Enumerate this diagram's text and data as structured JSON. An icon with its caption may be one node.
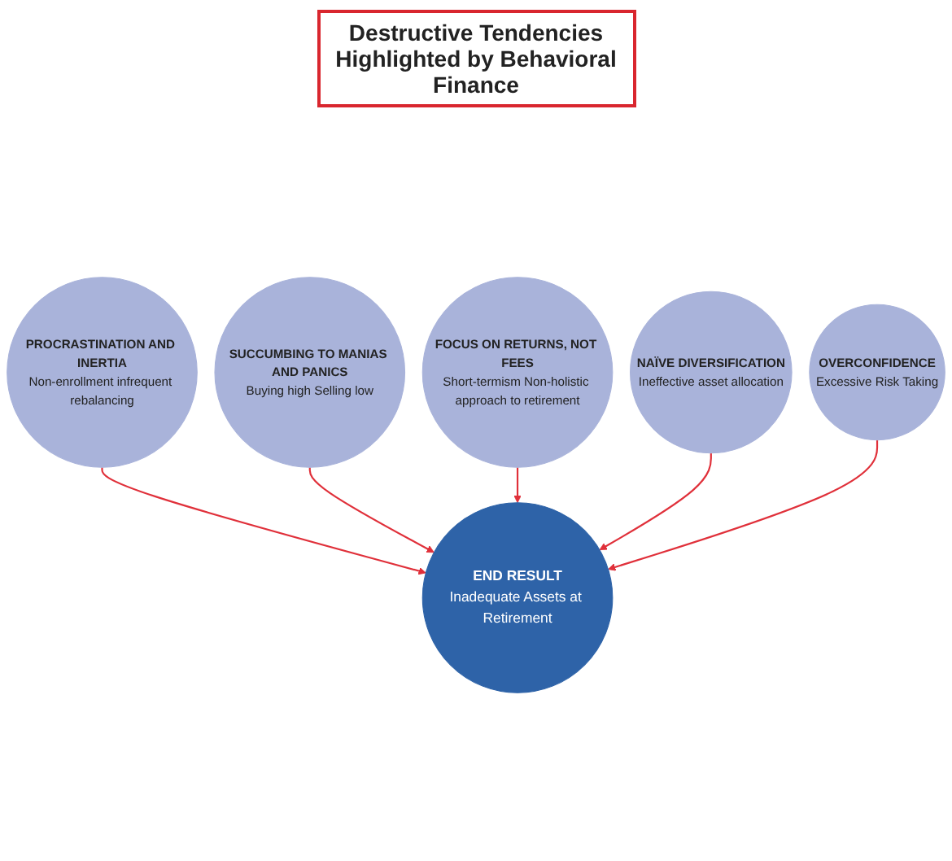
{
  "diagram": {
    "title": "Destructive Tendencies Highlighted by Behavioral Finance",
    "nodes": [
      {
        "text": [
          "PROCRASTINATION AND INERTIA",
          "Non-enrollment infrequent rebalancing"
        ]
      },
      {
        "text": [
          "END RESULT",
          "Inadequate Assets at Retirement"
        ]
      },
      {
        "text": [
          "SUCCUMBING TO MANIAS AND PANICS",
          "Buying high Selling low"
        ]
      },
      {
        "text": [
          "FOCUS ON RETURNS, NOT FEES",
          "Short-termism Non-holistic approach to retirement"
        ]
      },
      {
        "text": [
          "NAÏVE DIVERSIFICATION",
          "Ineffective asset allocation"
        ]
      },
      {
        "text": [
          "OVERCONFIDENCE",
          "Excessive Risk Taking"
        ]
      }
    ],
    "edges": [
      {
        "from": 0,
        "to": 1,
        "arrow": "to"
      },
      {
        "from": 2,
        "to": 1,
        "arrow": "to"
      },
      {
        "from": 3,
        "to": 1,
        "arrow": "to"
      },
      {
        "from": 4,
        "to": 1,
        "arrow": "to"
      },
      {
        "from": 5,
        "to": 1,
        "arrow": "to"
      }
    ]
  }
}
